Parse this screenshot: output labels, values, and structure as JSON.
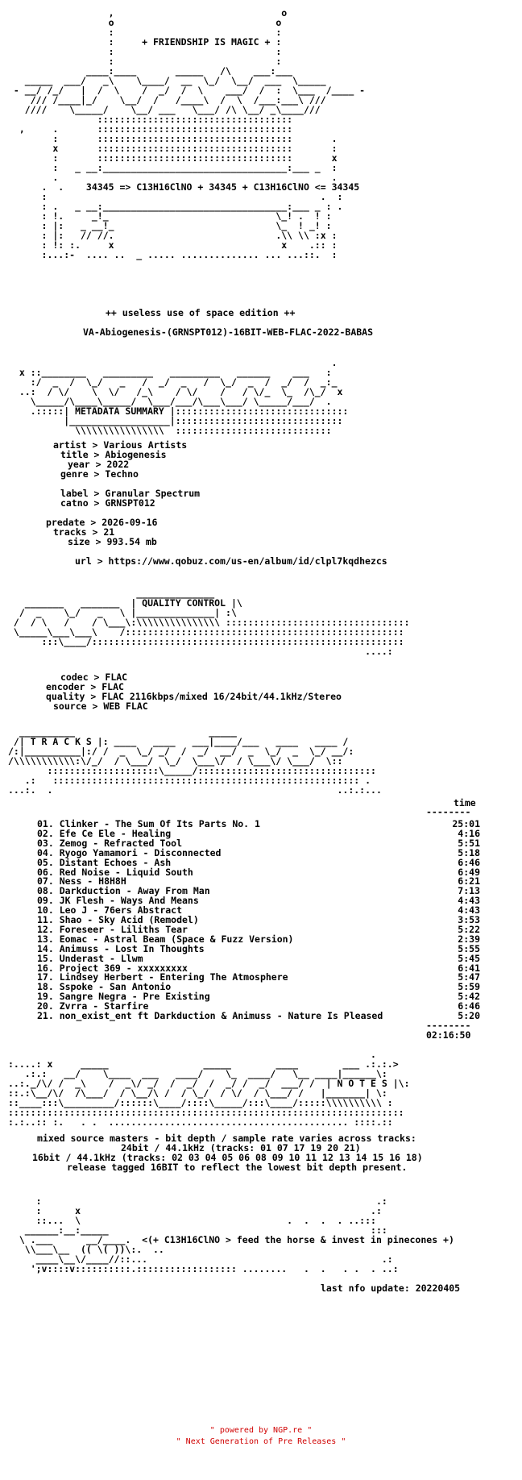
{
  "colors": {
    "text": "#000000",
    "background": "#ffffff",
    "credit": "#d00000"
  },
  "header_art": "                  ,                              o\n                  o                             o\n                  :                             :\n                  :     + FRIENDSHIP IS MAGIC + :\n                  :                             :\n                  :                             :\n              ____:____       _____   /\\    ___:___\n   _____  ___/   _\\    \\____/  __  \\_/  \\__/  ___  \\_____\n - __/ /_/   |  /  \\    /  _/  /  \\    ___/  /  :  \\___  /____ -\n    /// /____|_/    \\__/  /   /____\\  /  \\  /___:___\\ ///\n   ////    \\_____/    \\__/ ___   \\___/ /\\ \\__/ _\\____///\n                :::::::::::::::::::::::::::::::::::\n  ,     .       :::::::::::::::::::::::::::::::::::\n        :       :::::::::::::::::::::::::::::::::::       .\n        x       :::::::::::::::::::::::::::::::::::       :\n        :       :::::::::::::::::::::::::::::::::::       x\n        :   _ __:_________________________________:___ _  :\n        .                                                 .\n      .  .    34345 => C13H16ClNO + 34345 + C13H16ClNO <= 34345\n      :                                                 .  :\n      : .   _ __:_________________________________:___ _ : .\n      : !.     _!_                              \\_! .  ! :\n      : |:   _ __!_                             \\_  ! _! :\n      : |:   // //.                             .\\\\ \\\\ :x :\n      : !: :.     x                              x    .:: :\n      :...:-  .... ..  _ ..... .............. ... ...::.  :",
  "edition": "++ useless use of space edition ++",
  "release_name": "VA-Abiogenesis-(GRNSPT012)-16BIT-WEB-FLAC-2022-BABAS",
  "metadata_banner": "                                                          .\n  x ::________   _________   _________   ______    ___   :\n    :/  _  /  \\_/   _   /  _/  _   /  \\_/  _  /  _/  /  _:_\n  ..:  / \\/    \\  \\/   /_\\    / \\/    /   / \\/_  \\_  /\\_/  x\n    \\_____/\\____\\_____/  \\___/___/\\___\\___/ \\_____/___/  .\n    .:::::| METADATA SUMMARY |:::::::::::::::::::::::::::::::\n          |__________________|::::::::::::::::::::::::::::::\n            \\\\\\\\\\\\\\\\\\\\\\\\\\\\\\\\  ::::::::::::::::::::::::::::",
  "metadata": {
    "artist": "Various Artists",
    "title": "Abiogenesis",
    "year": "2022",
    "genre": "Techno",
    "label": "Granular Spectrum",
    "catno": "GRNSPT012",
    "predate": "2026-09-16",
    "tracks": "21",
    "size": "993.54 mb",
    "url": "https://www.qobuz.com/us-en/album/id/clpl7kqdhezcs"
  },
  "quality_banner": "                       ______________\n   _______   _______  | QUALITY CONTROL |\\\n  /  _    \\_/   _   \\ |______________| :\\\n /  / \\   /    / \\___\\:\\\\\\\\\\\\\\\\\\\\\\\\\\\\\\ :::::::::::::::::::::::::::::::::\n \\_____\\___\\___\\    /::::::::::::::::::::::::::::::::::::::::::::::::::\n      :::\\____/::::::::::::::::::::::::::::::::::::::::::::::::::::::::\n                                                                ....:",
  "quality": {
    "codec": "FLAC",
    "encoder": "FLAC",
    "quality": "FLAC 2116kbps/mixed 16/24bit/44.1kHz/Stereo",
    "source": "WEB FLAC"
  },
  "tracks_banner": "  __________                        _____\n /| T R A C K S |: ____   ____   ___|____/___   ____   ____ /\n/:|__________|:/ /  _  \\_/ _/  /  _/  __/  _  \\_/  _  \\_/ __/:\n/\\\\\\\\\\\\\\\\\\\\\\:\\/_/  / \\___/  \\_/  \\___\\/  / \\___\\/ \\___/  \\::\n       ::::::::::::::::::::\\_____/::::::::::::::::::::::::::::::::\n   .:   ::::::::::::::::::::::::::::::::::::::::::::::::::::::: .\n...:.  .                                                   ..:.:...",
  "tracklist": {
    "time_header": "time",
    "items": [
      {
        "num": "01.",
        "artist": "Clinker",
        "title": "The Sum Of Its Parts No. 1",
        "time": "25:01"
      },
      {
        "num": "02.",
        "artist": "Efe Ce Ele",
        "title": "Healing",
        "time": "4:16"
      },
      {
        "num": "03.",
        "artist": "Zemog",
        "title": "Refracted Tool",
        "time": "5:51"
      },
      {
        "num": "04.",
        "artist": "Ryogo Yamamori",
        "title": "Disconnected",
        "time": "5:18"
      },
      {
        "num": "05.",
        "artist": "Distant Echoes",
        "title": "Ash",
        "time": "6:46"
      },
      {
        "num": "06.",
        "artist": "Red Noise",
        "title": "Liquid South",
        "time": "6:49"
      },
      {
        "num": "07.",
        "artist": "Ness",
        "title": "H8H8H",
        "time": "6:21"
      },
      {
        "num": "08.",
        "artist": "Darkduction",
        "title": "Away From Man",
        "time": "7:13"
      },
      {
        "num": "09.",
        "artist": "JK Flesh",
        "title": "Ways And Means",
        "time": "4:43"
      },
      {
        "num": "10.",
        "artist": "Leo J",
        "title": "76ers Abstract",
        "time": "4:43"
      },
      {
        "num": "11.",
        "artist": "Shao",
        "title": "Sky Acid (Remodel)",
        "time": "3:53"
      },
      {
        "num": "12.",
        "artist": "Foreseer",
        "title": "Liliths Tear",
        "time": "5:22"
      },
      {
        "num": "13.",
        "artist": "Eomac",
        "title": "Astral Beam (Space & Fuzz Version)",
        "time": "2:39"
      },
      {
        "num": "14.",
        "artist": "Animuss",
        "title": "Lost In Thoughts",
        "time": "5:55"
      },
      {
        "num": "15.",
        "artist": "Underast",
        "title": "Llwm",
        "time": "5:45"
      },
      {
        "num": "16.",
        "artist": "Project 369",
        "title": "xxxxxxxxx",
        "time": "6:41"
      },
      {
        "num": "17.",
        "artist": "Lindsey Herbert",
        "title": "Entering The Atmosphere",
        "time": "5:47"
      },
      {
        "num": "18.",
        "artist": "Sspoke",
        "title": "San Antonio",
        "time": "5:59"
      },
      {
        "num": "19.",
        "artist": "Sangre Negra",
        "title": "Pre Existing",
        "time": "5:42"
      },
      {
        "num": "20.",
        "artist": "Zvrra",
        "title": "Starfire",
        "time": "6:46"
      },
      {
        "num": "21.",
        "artist": "non_exist_ent ft Darkduction & Animuss",
        "title": "Nature Is Pleased",
        "time": "5:20"
      }
    ],
    "total": "02:16:50"
  },
  "notes_banner": "                                                                 .\n:....: x     _____                 _____        ____        ___ .:.:.>\n   .:.:   __/    \\____  ___   ____/    \\_  ____/   \\__ ____|______\\:\n..:._/\\/ /  _\\    /  _\\/ _/  /  _/  /  _/ /  _/  ___/ /  | N O T E S |\\:\n::.:\\__/\\/  /\\___/  / \\__/\\ /  / \\_/  / \\/  / \\___/ /   |_______| \\:\n::____:::\\_________/::::::\\____/::::\\_____/:::\\____/:::::\\\\\\\\\\\\\\\\\\\\ :\n:::::::::::::::::::::::::::::::::::::::::::::::::::::::::::::::::::::::\n:.:..:: :.   . .  ........................................... ::::.::",
  "notes": {
    "line1": "mixed source masters - bit depth / sample rate varies across tracks:",
    "line2": "24bit / 44.1kHz (tracks: 01 07 17 19 20 21)",
    "line3": "16bit / 44.1kHz (tracks: 02 03 04 05 06 08 09 10 11 12 13 14 15 16 18)",
    "line4": "release tagged 16BIT to reflect the lowest bit depth present."
  },
  "footer_art": "     :                                                            .:\n     :      x                                                    .:\n     ::...  \\                                     .  .  .  . ..:::\n   ______:__:_____                                               :::\n  \\ .___      __/____.  <(+ C13H16ClNO > feed the horse & invest in pinecones +)\n   \\\\___\\__  (( \\( ))\\:.  ..\n     ____\\__\\/____//::...                                          .:\n    ';v::::v::::::::::.:::::::::::::::::: ........   .  .   . .  . ..:",
  "last_update": "last nfo update: 20220405",
  "credit": {
    "line1": "\" powered by NGP.re \"",
    "line2": "\" Next Generation of Pre Releases \""
  }
}
